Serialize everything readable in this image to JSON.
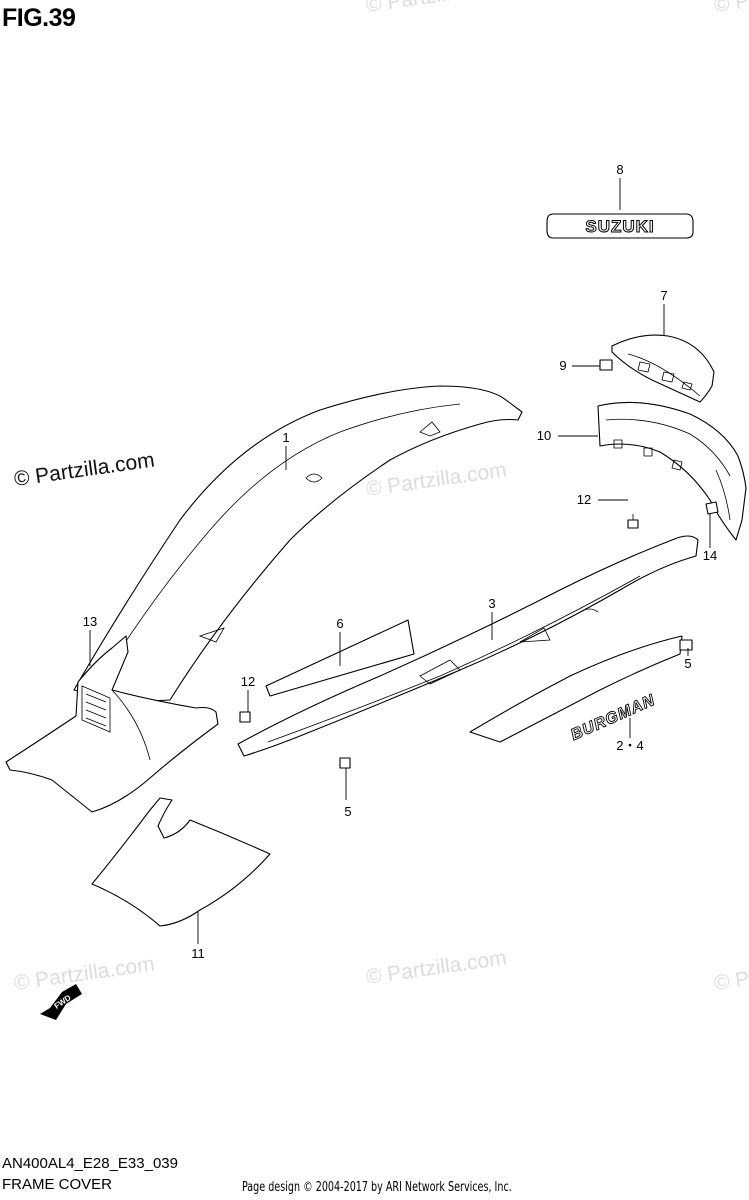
{
  "figure": {
    "title": "FIG.39",
    "code": "AN400AL4_E28_E33_039",
    "name": "FRAME COVER"
  },
  "footer": {
    "credit": "Page design © 2004-2017 by ARI Network Services, Inc."
  },
  "watermark": {
    "main": "© Partzilla.com",
    "faint": "© Partzilla.com"
  },
  "badges": {
    "suzuki": "SUZUKI",
    "burgman": "BURGMAN",
    "fwd": "FWD"
  },
  "callouts": {
    "c1": "1",
    "c2_4": "2・4",
    "c3": "3",
    "c5a": "5",
    "c5b": "5",
    "c6": "6",
    "c7": "7",
    "c8": "8",
    "c9": "9",
    "c10": "10",
    "c11": "11",
    "c12a": "12",
    "c12b": "12",
    "c13": "13",
    "c14": "14"
  }
}
